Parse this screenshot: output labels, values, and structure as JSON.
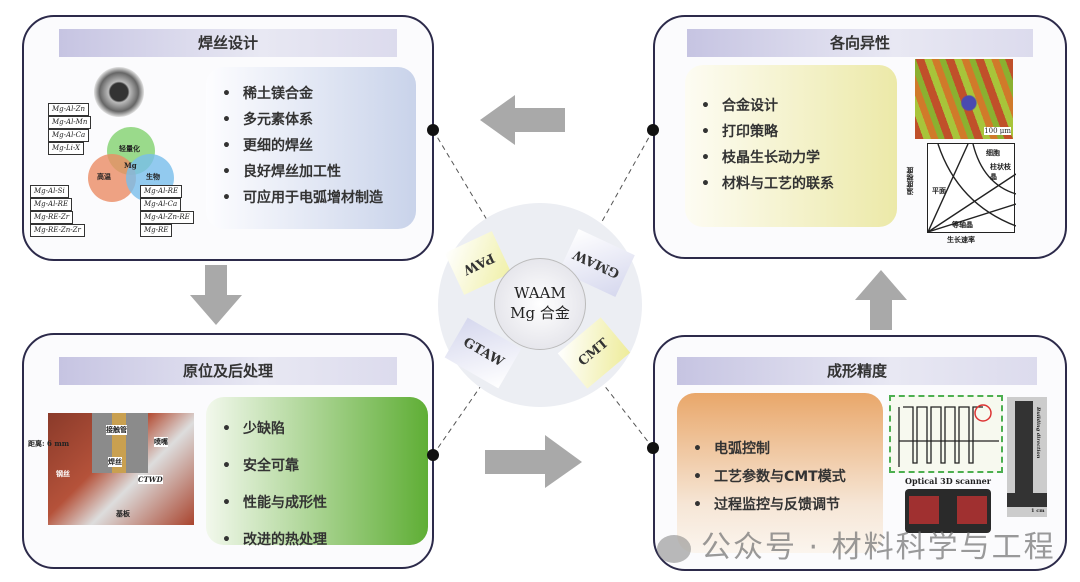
{
  "panels": {
    "wire_design": {
      "title": "焊丝设计",
      "bullets": [
        "稀土镁合金",
        "多元素体系",
        "更细的焊丝",
        "良好焊丝加工性",
        "可应用于电弧增材制造"
      ],
      "venn": {
        "top": "轻量化",
        "left": "高温",
        "right": "生物",
        "center": "Mg"
      },
      "alloys_top": [
        "Mg-Al-Zn",
        "Mg-Al-Mn",
        "Mg-Al-Ca",
        "Mg-Li-X"
      ],
      "alloys_left": [
        "Mg-Al-Si",
        "Mg-Al-RE",
        "Mg-RE-Zr",
        "Mg-RE-Zn-Zr"
      ],
      "alloys_right": [
        "Mg-Al-RE",
        "Mg-Al-Ca",
        "Mg-Al-Zn-RE",
        "Mg-RE"
      ]
    },
    "in_situ": {
      "title": "原位及后处理",
      "bullets": [
        "少缺陷",
        "安全可靠",
        "性能与成形性",
        "改进的热处理"
      ],
      "figure_labels": {
        "distance": "距离: 6 mm",
        "contact_tube": "接触管",
        "nozzle": "喷嘴",
        "wire": "焊丝",
        "steel": "钢丝",
        "ctwd": "CTWD",
        "substrate": "基板"
      }
    },
    "anisotropy": {
      "title": "各向异性",
      "bullets": [
        "合金设计",
        "打印策略",
        "枝晶生长动力学",
        "材料与工艺的联系"
      ],
      "figure_labels": {
        "scale": "100 μm",
        "cell": "细胞",
        "columnar": "柱状枝晶",
        "planar": "平面",
        "equiaxed": "等轴晶",
        "growth_rate": "生长速率",
        "gradient": "温度梯度"
      }
    },
    "accuracy": {
      "title": "成形精度",
      "bullets": [
        "电弧控制",
        "工艺参数与CMT模式",
        "过程监控与反馈调节"
      ],
      "figure_labels": {
        "scanner": "Optical 3D scanner",
        "direction": "Building direction",
        "scale": "1 cm"
      }
    }
  },
  "center": {
    "line1": "WAAM",
    "line2": "Mg 合金",
    "processes": [
      "PAW",
      "GMAW",
      "GTAW",
      "CMT"
    ]
  },
  "watermark": "公众号 · 材料科学与工程"
}
